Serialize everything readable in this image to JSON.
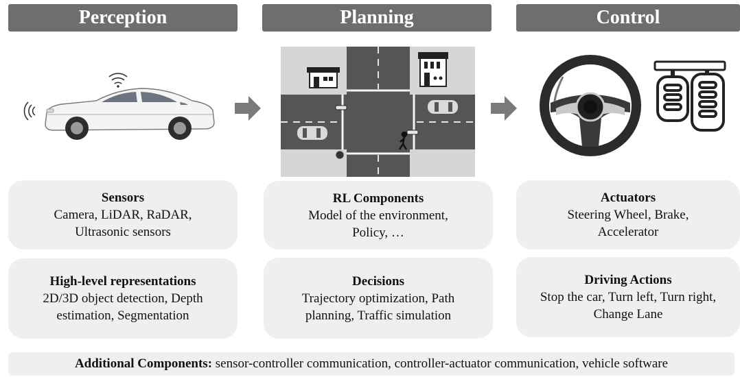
{
  "headers": {
    "perception": "Perception",
    "planning": "Planning",
    "control": "Control"
  },
  "perception": {
    "sensors_title": "Sensors",
    "sensors_line1": "Camera, LiDAR, RaDAR,",
    "sensors_line2": "Ultrasonic sensors",
    "hlr_title": "High-level representations",
    "hlr_line1": "2D/3D object detection, Depth",
    "hlr_line2": "estimation, Segmentation"
  },
  "planning": {
    "rl_title": "RL Components",
    "rl_line1": "Model of the environment,",
    "rl_line2": "Policy, …",
    "dec_title": "Decisions",
    "dec_line1": "Trajectory optimization, Path",
    "dec_line2": "planning, Traffic simulation"
  },
  "control": {
    "act_title": "Actuators",
    "act_line1": "Steering Wheel, Brake,",
    "act_line2": "Accelerator",
    "drv_title": "Driving Actions",
    "drv_line1": "Stop the car, Turn left, Turn right,",
    "drv_line2": "Change Lane"
  },
  "footer": {
    "bold": "Additional Components:",
    "rest": " sensor-controller communication, controller-actuator communication, vehicle software"
  },
  "icons": [
    "car-icon",
    "intersection-map-icon",
    "steering-wheel-icon",
    "pedals-icon",
    "arrow-right-icon"
  ],
  "colors": {
    "header_bg": "#6e6e6e",
    "box_bg": "#efefef",
    "arrow": "#7a7a7a"
  }
}
